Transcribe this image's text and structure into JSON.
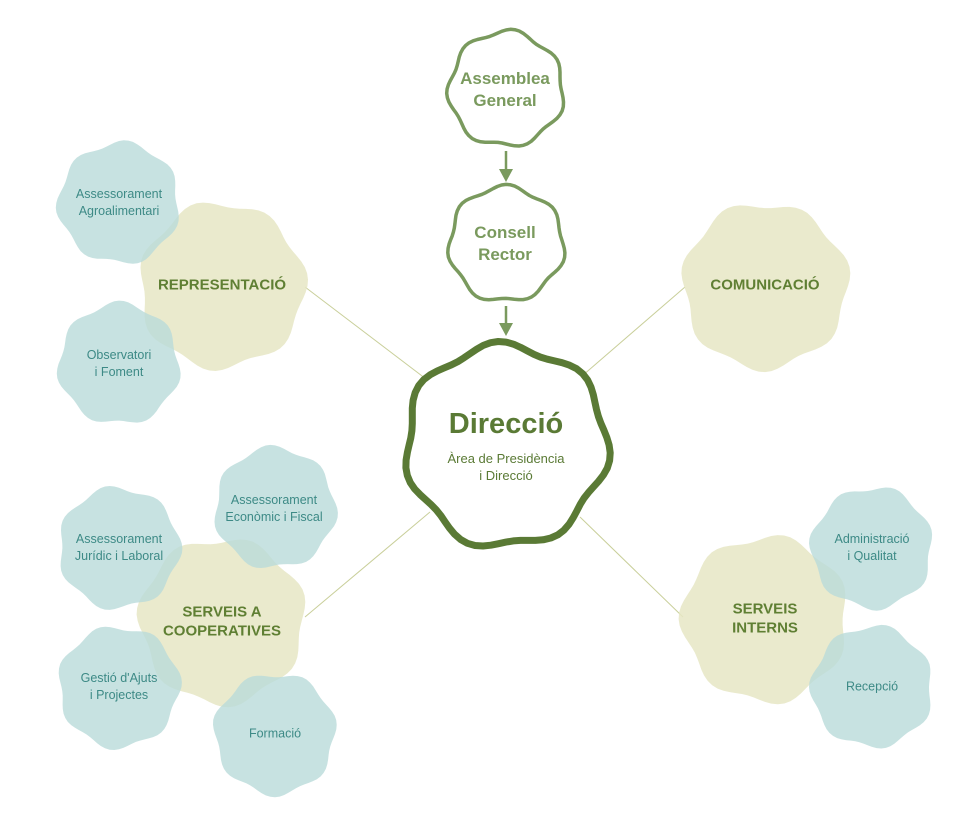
{
  "colors": {
    "line": "#c9cf9a",
    "arrow": "#7a9a5e",
    "top_outline": "#7a9a5e",
    "center_outline": "#5a7a35",
    "area_fill": "#e6e6c4",
    "sub_fill": "#b9dbd9",
    "top_text": "#7a9a5e",
    "area_text": "#5f7f33",
    "sub_text": "#3d8a86"
  },
  "governance": {
    "assembly": {
      "line1": "Assemblea",
      "line2": "General"
    },
    "council": {
      "line1": "Consell",
      "line2": "Rector"
    }
  },
  "center": {
    "title": "Direcció",
    "subtitle_line1": "Àrea de Presidència",
    "subtitle_line2": "i Direcció"
  },
  "areas": {
    "representacio": {
      "line1": "REPRESENTACIÓ"
    },
    "comunicacio": {
      "line1": "COMUNICACIÓ"
    },
    "serveis_cooperatives": {
      "line1": "SERVEIS A",
      "line2": "COOPERATIVES"
    },
    "serveis_interns": {
      "line1": "SERVEIS",
      "line2": "INTERNS"
    }
  },
  "subunits": {
    "assessorament_agro": {
      "line1": "Assessorament",
      "line2": "Agroalimentari"
    },
    "observatori": {
      "line1": "Observatori",
      "line2": "i Foment"
    },
    "assessorament_economic": {
      "line1": "Assessorament",
      "line2": "Econòmic i Fiscal"
    },
    "assessorament_juridic": {
      "line1": "Assessorament",
      "line2": "Jurídic i Laboral"
    },
    "gestio_ajuts": {
      "line1": "Gestió d'Ajuts",
      "line2": "i Projectes"
    },
    "formacio": {
      "line1": "Formació"
    },
    "administracio": {
      "line1": "Administració",
      "line2": "i Qualitat"
    },
    "recepcio": {
      "line1": "Recepció"
    }
  }
}
